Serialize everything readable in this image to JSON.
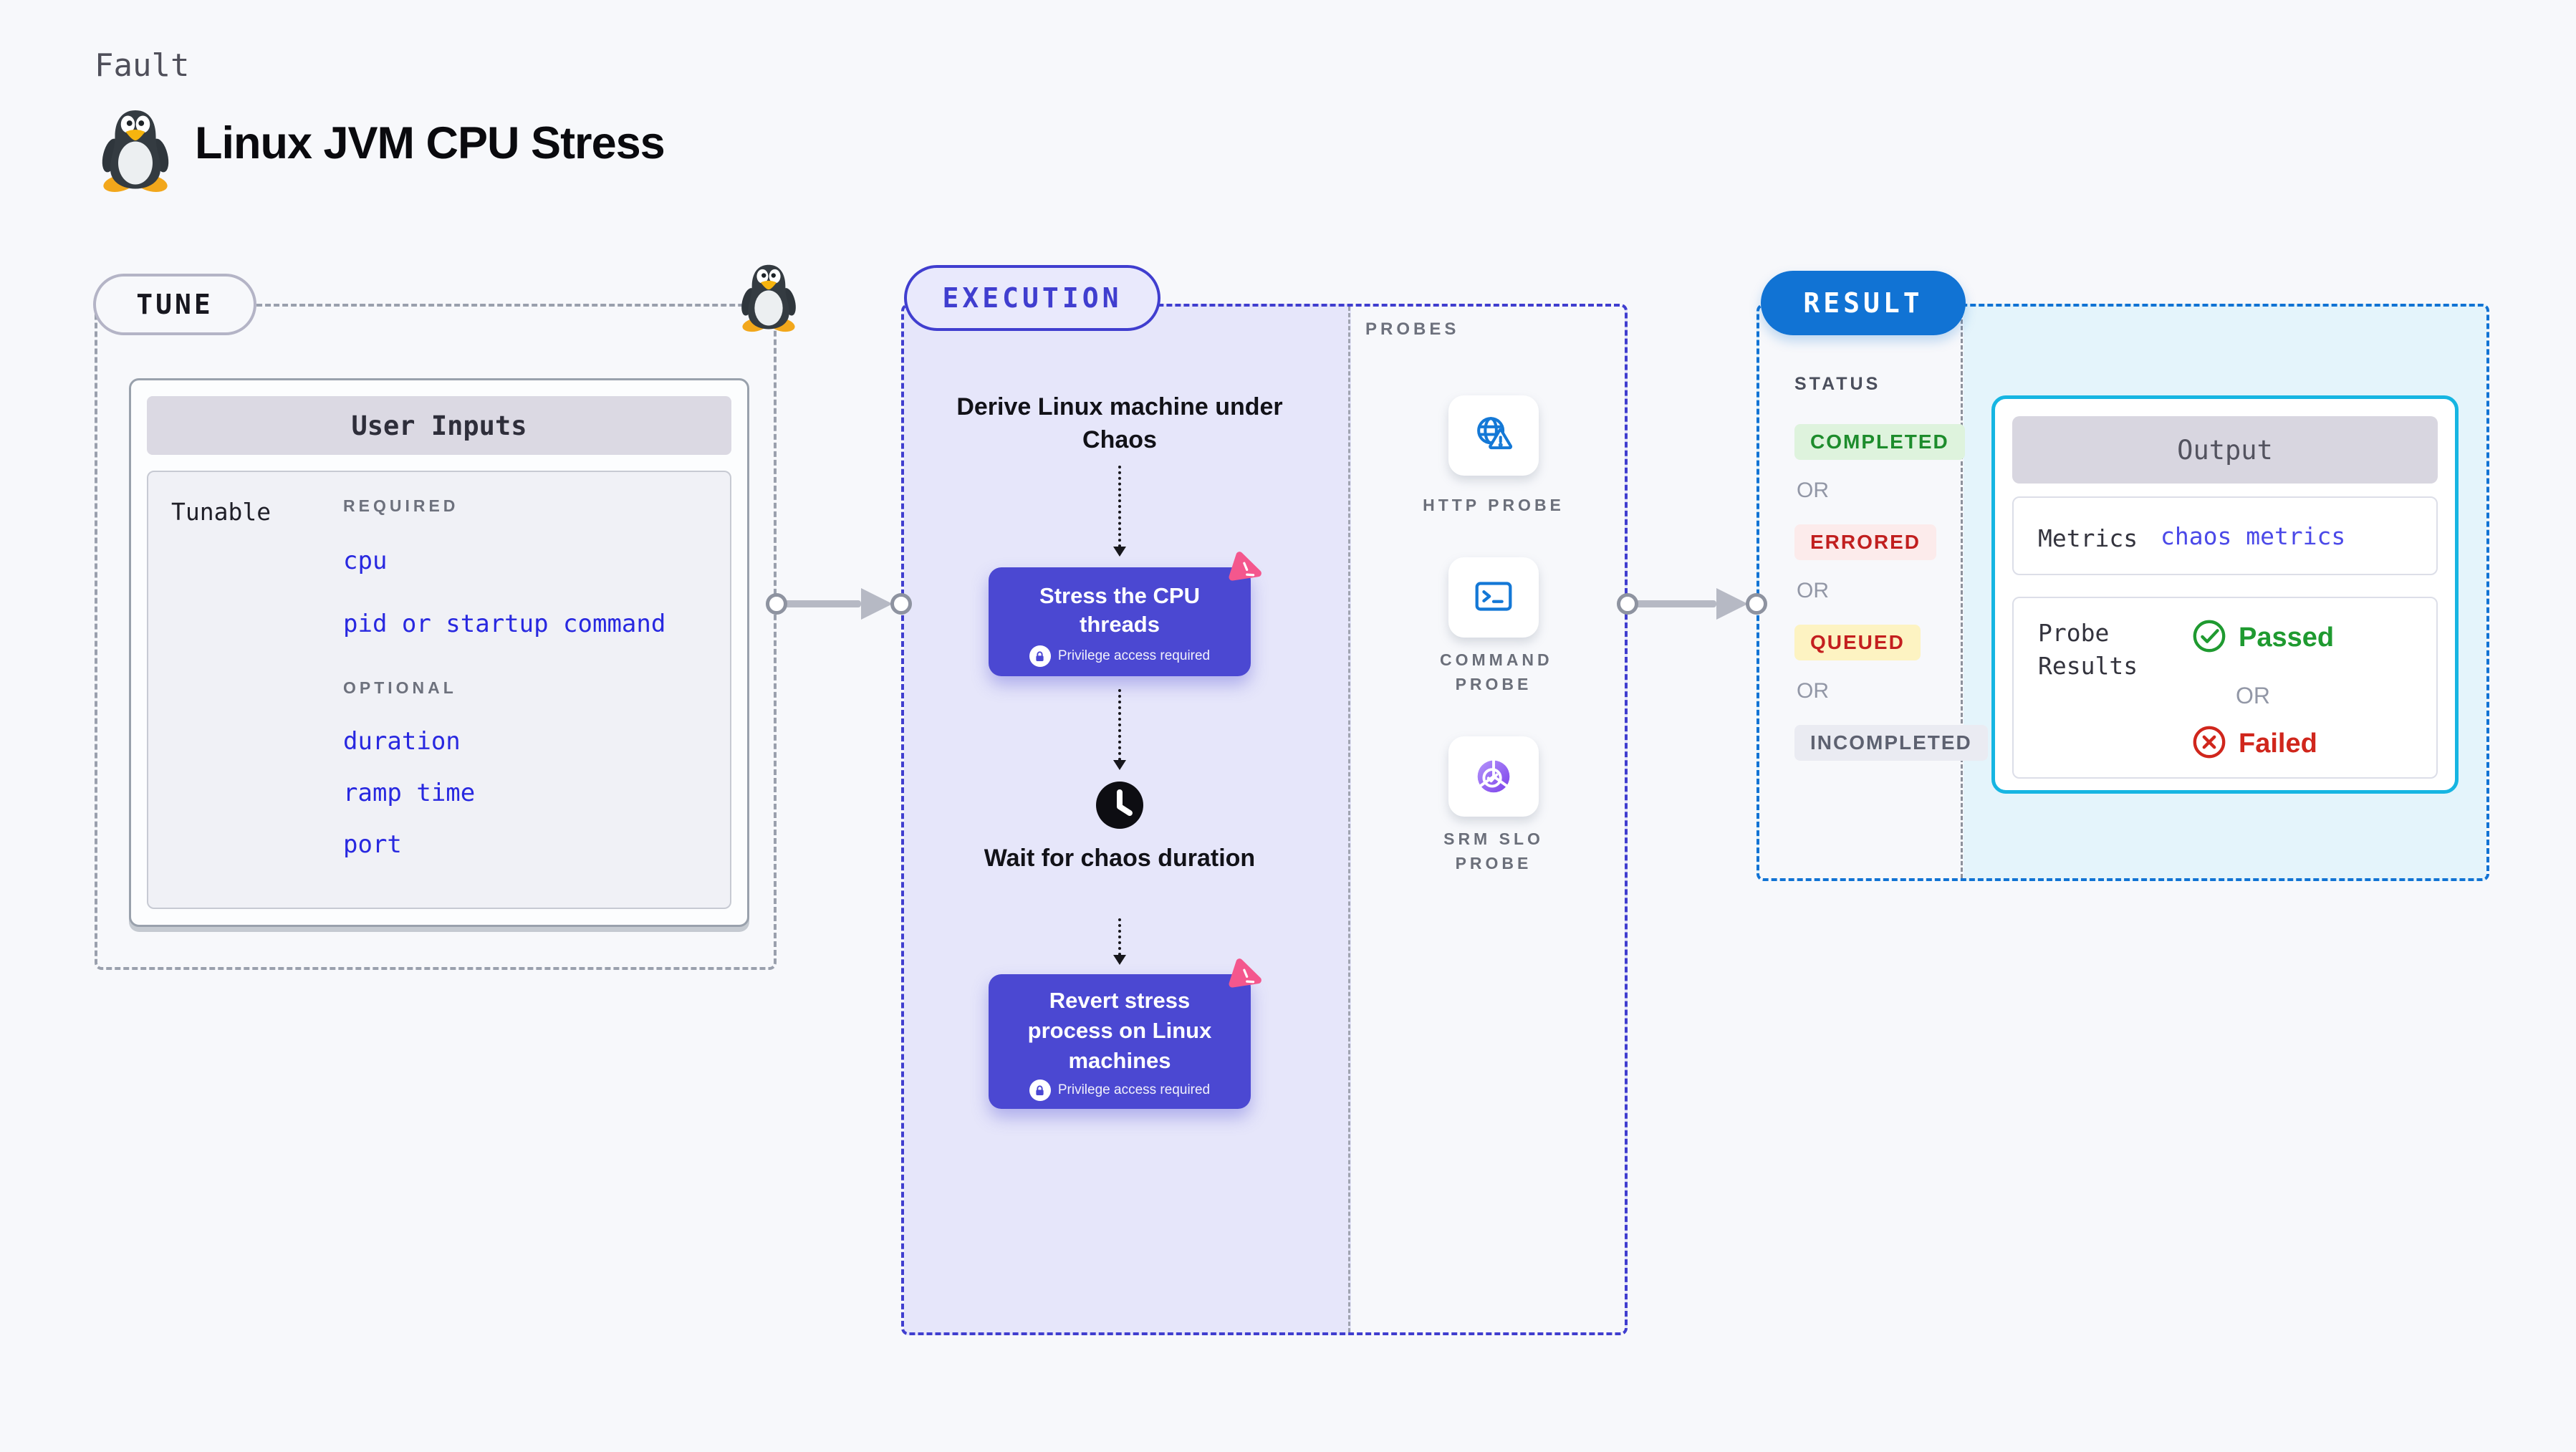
{
  "page": {
    "kicker": "Fault",
    "title": "Linux JVM CPU Stress"
  },
  "tune": {
    "label": "TUNE",
    "card_title": "User Inputs",
    "row_label": "Tunable",
    "required_heading": "REQUIRED",
    "required_items": [
      "cpu",
      "pid or startup command"
    ],
    "optional_heading": "OPTIONAL",
    "optional_items": [
      "duration",
      "ramp time",
      "port"
    ]
  },
  "execution": {
    "label": "EXECUTION",
    "derive_text": "Derive Linux machine under Chaos",
    "stress_title": "Stress the CPU threads",
    "privilege_note": "Privilege access required",
    "wait_text": "Wait for chaos duration",
    "revert_title": "Revert stress process on Linux machines"
  },
  "probes": {
    "label": "PROBES",
    "items": [
      {
        "name": "HTTP PROBE",
        "icon": "globe-alert-icon"
      },
      {
        "name": "COMMAND PROBE",
        "icon": "terminal-icon"
      },
      {
        "name": "SRM SLO PROBE",
        "icon": "slo-pie-check-icon"
      }
    ]
  },
  "result": {
    "label": "RESULT",
    "status_heading": "STATUS",
    "or_label": "OR",
    "statuses": [
      {
        "label": "COMPLETED"
      },
      {
        "label": "ERRORED"
      },
      {
        "label": "QUEUED"
      },
      {
        "label": "INCOMPLETED"
      }
    ],
    "output": {
      "title": "Output",
      "metrics_label": "Metrics",
      "metrics_value": "chaos metrics",
      "probe_results_label": "Probe Results",
      "passed_label": "Passed",
      "failed_label": "Failed"
    }
  },
  "colors": {
    "accent_indigo": "#4b48d2",
    "accent_blue": "#1173d4",
    "accent_cyan": "#16b5e2",
    "probe_icon_blue": "#1478d6",
    "link_blue": "#2828e0",
    "success_green": "#1f9a30",
    "error_red": "#d0261c",
    "queued_yellow_bg": "#fdf3c2",
    "chaos_pink": "#f4578d",
    "lavender_bg": "#e6e6fa",
    "result_bg": "#e4f4fb"
  }
}
